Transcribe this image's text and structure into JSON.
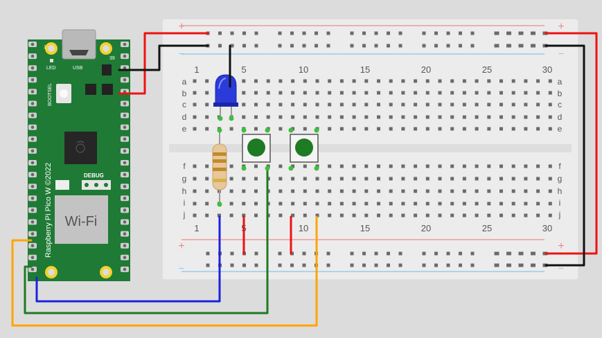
{
  "canvas": {
    "background": "#dcdcdc"
  },
  "pico": {
    "model_label": "Raspberry Pi Pico W ©2022",
    "usb_label": "USB",
    "led_label": "LED",
    "bootsel_label": "BOOTSEL",
    "debug_label": "DEBUG",
    "wifi_label": "Wi-Fi",
    "pin_1_label": "1",
    "pin_39_label": "39",
    "board_color": "#1f7a35",
    "logo_icon": "raspberry-logo-icon"
  },
  "breadboard": {
    "column_numbers": [
      "1",
      "5",
      "10",
      "15",
      "20",
      "25",
      "30"
    ],
    "row_labels_top": [
      "a",
      "b",
      "c",
      "d",
      "e"
    ],
    "row_labels_bottom": [
      "f",
      "g",
      "h",
      "i",
      "j"
    ],
    "rail_plus": "+",
    "rail_minus": "−",
    "rail_red": "#e55",
    "rail_blue": "#6ab0e0"
  },
  "components": {
    "led": {
      "color": "#2b3bd9",
      "icon": "led-icon"
    },
    "resistor": {
      "icon": "resistor-icon"
    },
    "buttons": [
      {
        "icon": "pushbutton-icon",
        "color": "#1e7a23"
      },
      {
        "icon": "pushbutton-icon",
        "color": "#1e7a23"
      }
    ]
  },
  "wires": {
    "red": "#ee1111",
    "black": "#111111",
    "blue": "#1a22e0",
    "green": "#1e7a23",
    "orange": "#ffa500"
  }
}
